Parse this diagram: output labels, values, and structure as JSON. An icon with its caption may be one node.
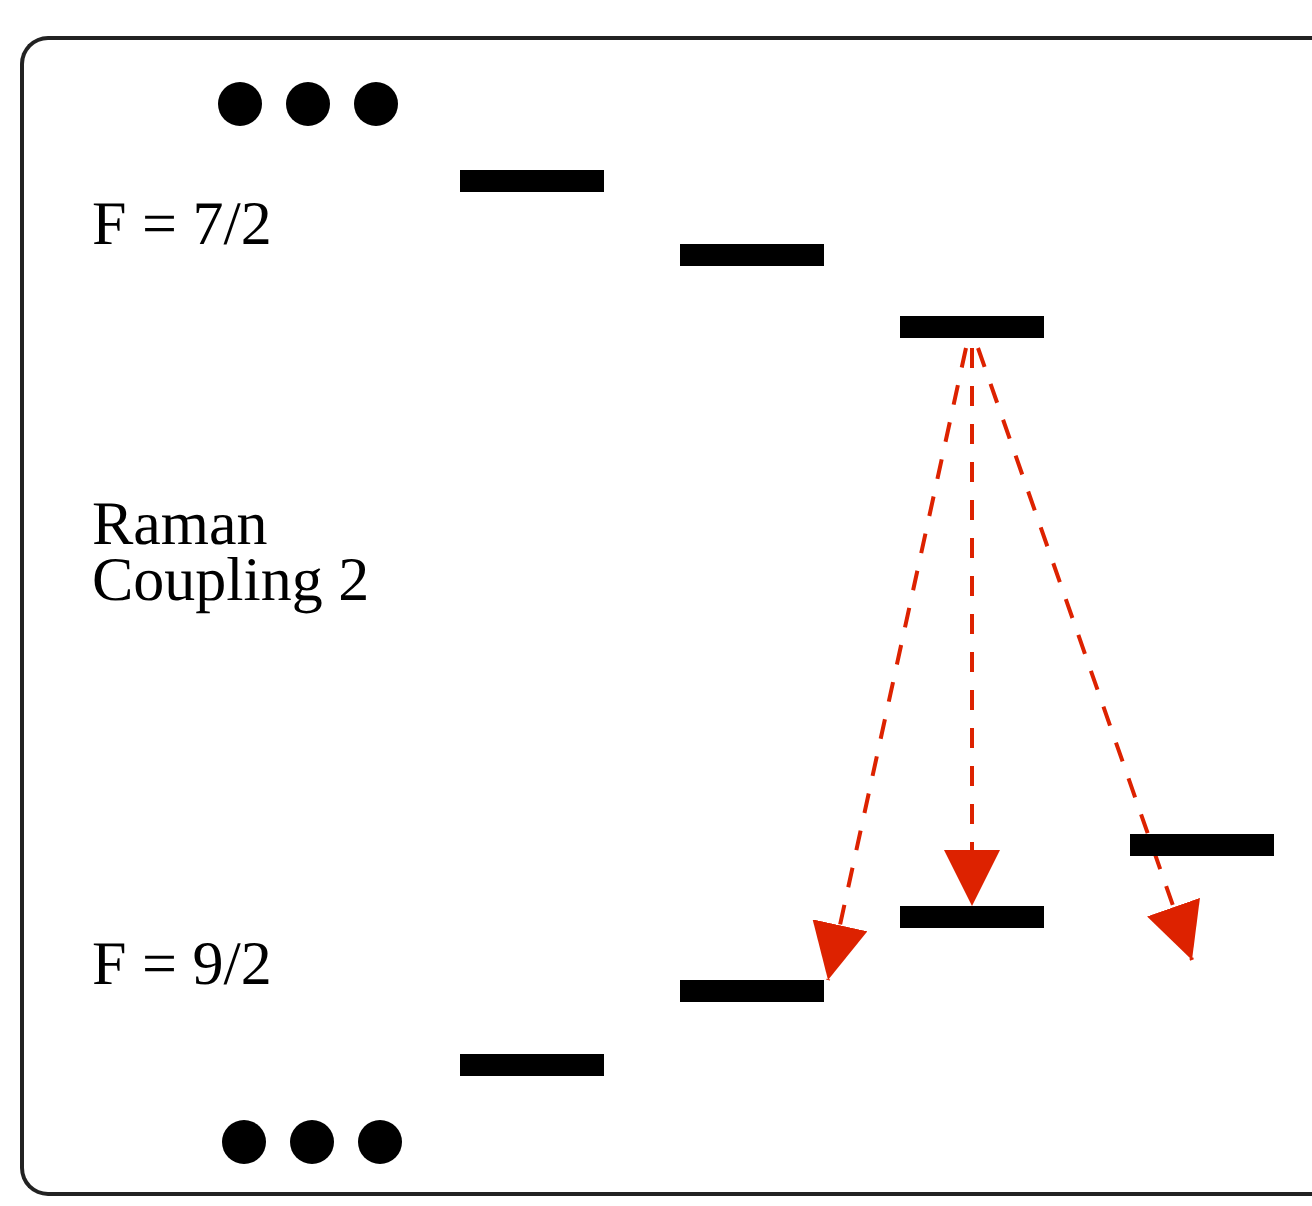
{
  "diagram": {
    "nodes": [
      {
        "text": [],
        "shape": "bar"
      },
      {
        "text": [],
        "shape": "bar"
      },
      {
        "text": [],
        "shape": "bar"
      },
      {
        "text": [],
        "shape": "bar"
      },
      {
        "text": [],
        "shape": "bar"
      },
      {
        "text": [],
        "shape": "bar"
      },
      {
        "text": [],
        "shape": "bar"
      }
    ],
    "edges": [
      {
        "from": 2,
        "to": 4,
        "arrow": "to",
        "style": "dashed",
        "color": "#dd2200"
      },
      {
        "from": 2,
        "to": 5,
        "arrow": "to",
        "style": "dashed",
        "color": "#dd2200"
      },
      {
        "from": 2,
        "to": null,
        "arrow": "to",
        "style": "dashed",
        "color": "#dd2200"
      }
    ],
    "labels": [
      "F = 7/2",
      "Raman Coupling 2",
      "F = 9/2"
    ]
  }
}
